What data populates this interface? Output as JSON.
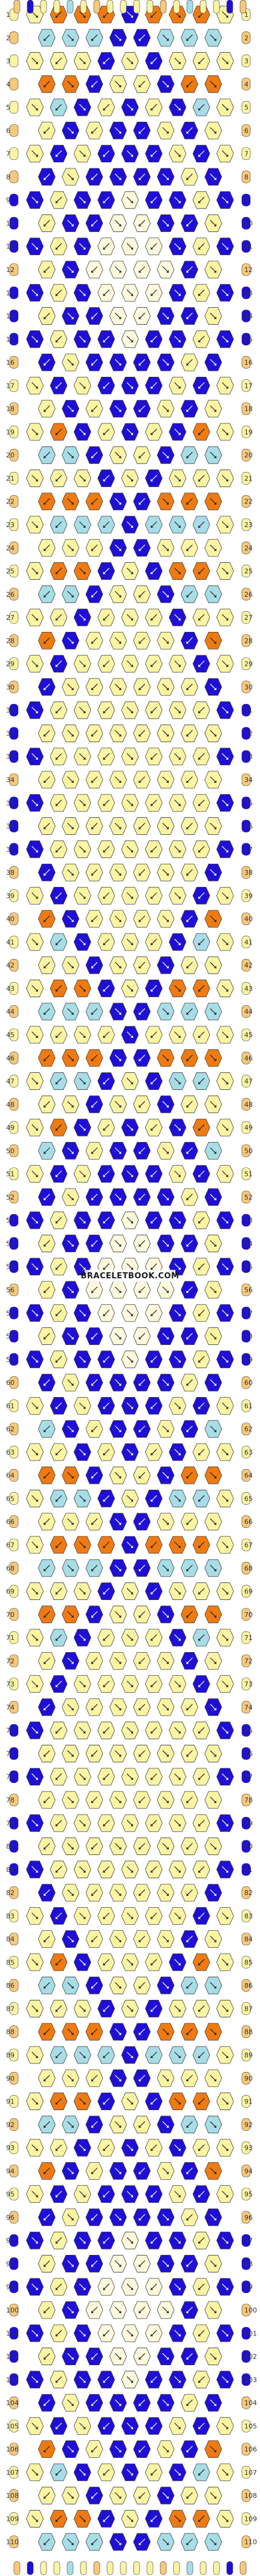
{
  "pattern": {
    "watermark": "BRACELETBOOK.COM",
    "rows": 110,
    "knots_per_pair_row": 9,
    "strings": 18,
    "row_labels_left": [
      "1",
      "2",
      "3",
      "4",
      "5",
      "6",
      "7",
      "8",
      "9",
      "10",
      "11",
      "12",
      "13",
      "14",
      "15",
      "16",
      "17",
      "18",
      "19",
      "20",
      "21",
      "22",
      "23",
      "24",
      "25",
      "26",
      "27",
      "28",
      "29",
      "30",
      "31",
      "32",
      "33",
      "34",
      "35",
      "36",
      "37",
      "38",
      "39",
      "40",
      "41",
      "42",
      "43",
      "44",
      "45",
      "46",
      "47",
      "48",
      "49",
      "50",
      "51",
      "52",
      "53",
      "54",
      "55",
      "56",
      "57",
      "58",
      "59",
      "60",
      "61",
      "62",
      "63",
      "64",
      "65",
      "66",
      "67",
      "68",
      "69",
      "70",
      "71",
      "72",
      "73",
      "74",
      "75",
      "76",
      "77",
      "78",
      "79",
      "80",
      "81",
      "82",
      "83",
      "84",
      "85",
      "86",
      "87",
      "88",
      "89",
      "90",
      "91",
      "92",
      "93",
      "94",
      "95",
      "96",
      "97",
      "98",
      "99",
      "100",
      "101",
      "102",
      "103",
      "104",
      "105",
      "106",
      "107",
      "108",
      "109",
      "110"
    ],
    "colors": {
      "blue": "#1f0fd6",
      "orange": "#f07a12",
      "light_yellow": "#fbf5a3",
      "sand": "#f7c97a",
      "light_blue": "#a7dde6",
      "cream": "#fdf9dc",
      "outline": "#3a3a3a"
    },
    "string_top_colors": [
      "sand",
      "blue",
      "light_yellow",
      "light_yellow",
      "light_blue",
      "light_yellow",
      "sand",
      "light_yellow",
      "light_yellow",
      "light_yellow",
      "light_yellow",
      "sand",
      "light_yellow",
      "light_blue",
      "light_yellow",
      "light_yellow",
      "blue",
      "sand"
    ]
  }
}
